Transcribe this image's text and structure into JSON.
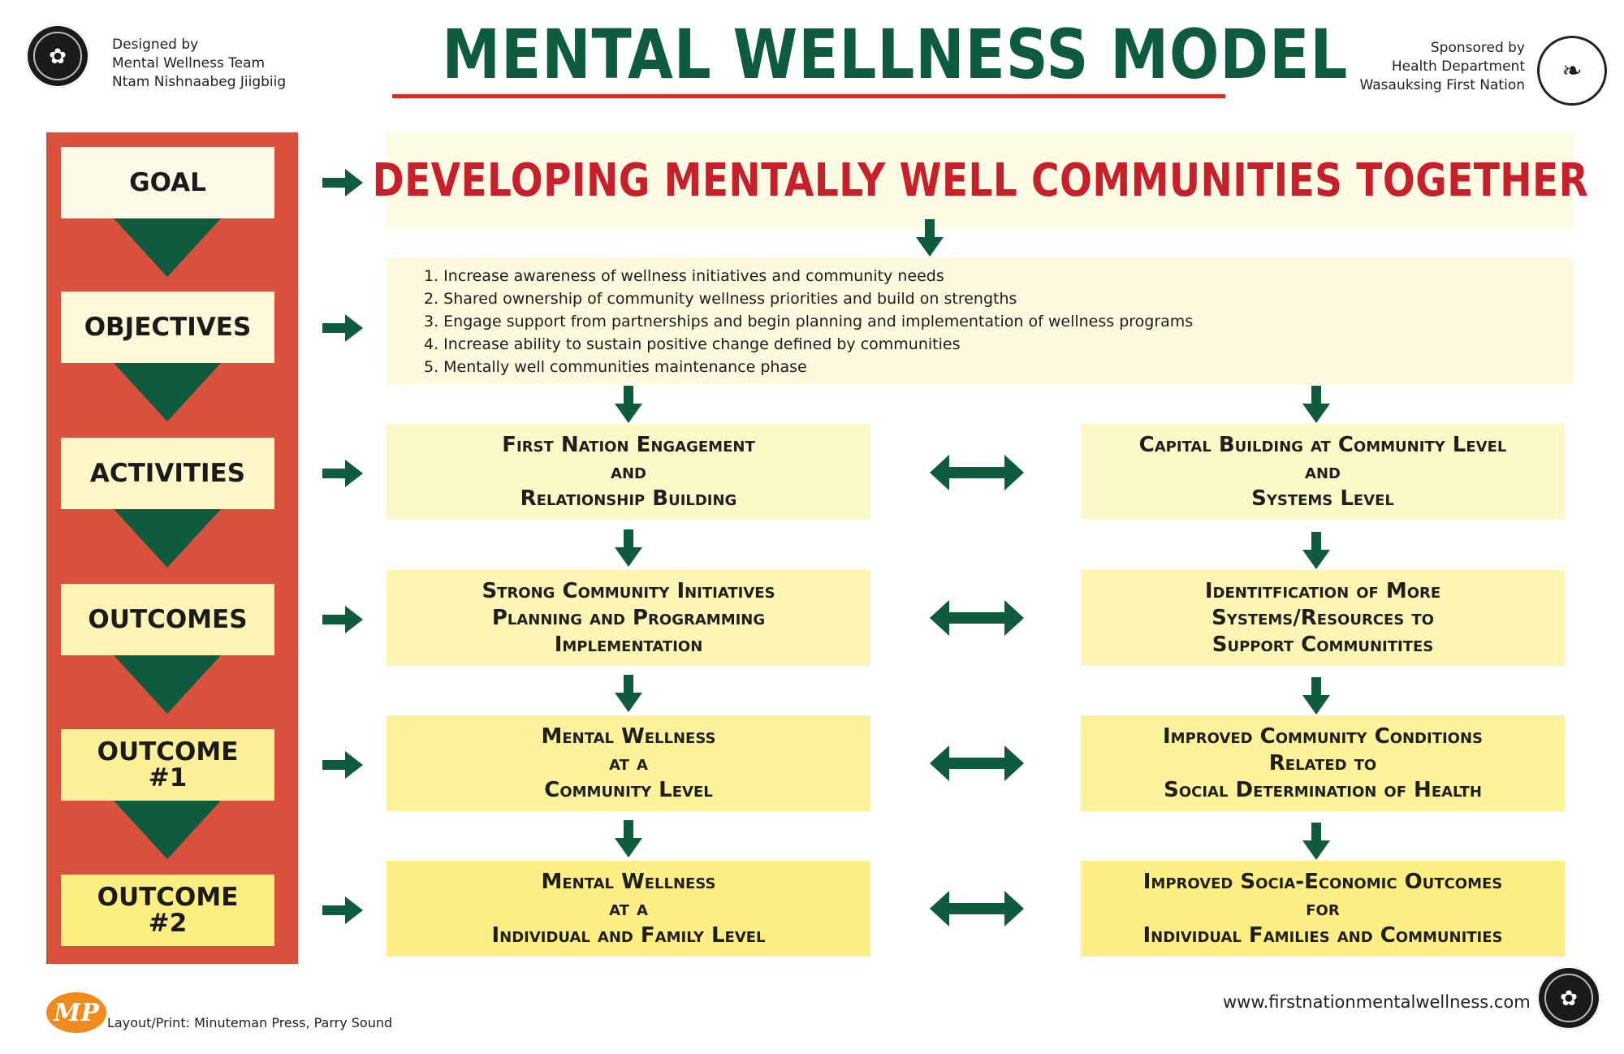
{
  "header": {
    "title": "MENTAL WELLNESS MODEL",
    "designed_by": [
      "Designed by",
      "Mental Wellness Team",
      "Ntam Nishnaabeg Jiigbiig"
    ],
    "sponsored_by": [
      "Sponsored by",
      "Health Department",
      "Wasauksing First Nation"
    ]
  },
  "stages": [
    "GOAL",
    "OBJECTIVES",
    "ACTIVITIES",
    "OUTCOMES",
    "OUTCOME #1",
    "OUTCOME #2"
  ],
  "goal": "DEVELOPING MENTALLY WELL COMMUNITIES TOGETHER",
  "objectives": [
    "1. Increase awareness of wellness initiatives and community needs",
    "2. Shared ownership of community wellness priorities and build on strengths",
    "3. Engage support from partnerships and begin planning and implementation of wellness programs",
    "4. Increase ability to sustain positive change defined by communities",
    "5. Mentally well communities maintenance phase"
  ],
  "rows": [
    {
      "left": [
        "First Nation Engagement",
        "and",
        "Relationship Building"
      ],
      "right": [
        "Capital Building at Community Level",
        "and",
        "Systems Level"
      ]
    },
    {
      "left": [
        "Strong Community Initiatives",
        "Planning and Programming",
        "Implementation"
      ],
      "right": [
        "Identitfication of More",
        "Systems/Resources to",
        "Support Communitites"
      ]
    },
    {
      "left": [
        "Mental Wellness",
        "at a",
        "Community Level"
      ],
      "right": [
        "Improved Community Conditions",
        "Related to",
        "Social Determination of Health"
      ]
    },
    {
      "left": [
        "Mental Wellness",
        "at a",
        "Individual and Family Level"
      ],
      "right": [
        "Improved Socia-Economic Outcomes",
        "for",
        "Individual Families and Communities"
      ]
    }
  ],
  "footer": {
    "print_credit": "Layout/Print: Minuteman Press, Parry Sound",
    "website": "www.firstnationmentalwellness.com",
    "print_logo_text": "MP"
  },
  "colors": {
    "green": "#0e5b3e",
    "red": "#d52b2b",
    "sidebar": "#d9503c"
  }
}
